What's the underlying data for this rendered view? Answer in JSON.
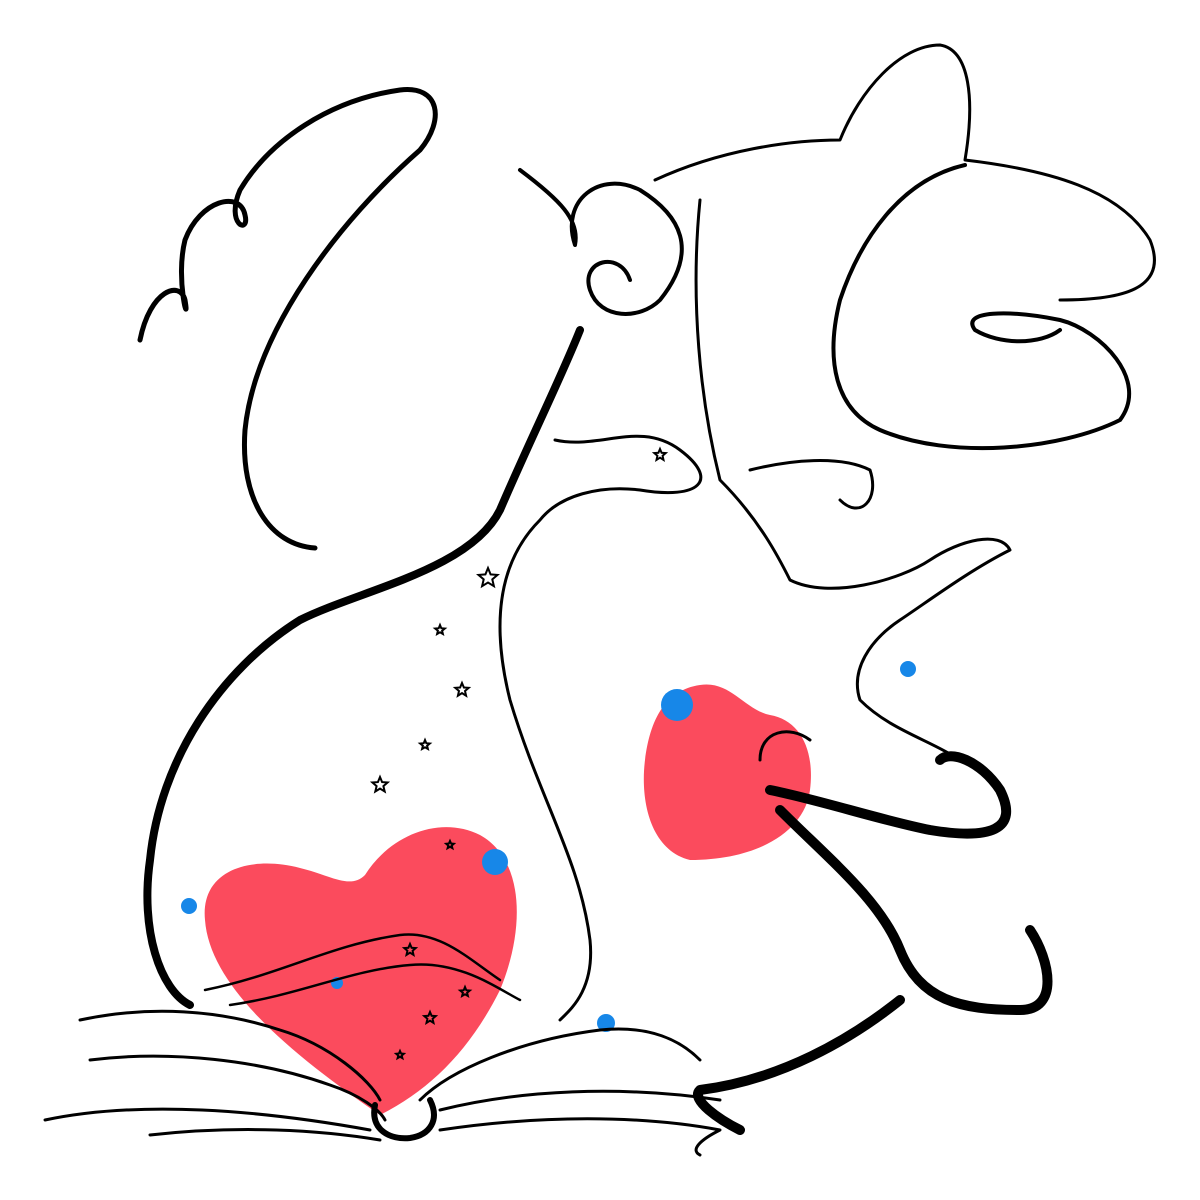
{
  "illustration": {
    "style": "hand-drawn line art",
    "colors": {
      "ink": "#000000",
      "heart": "#fb4b5d",
      "dots": "#1787e8",
      "background": "#ffffff"
    },
    "icons": [
      "heart-shape",
      "star-shape",
      "open-book-shape",
      "flower-shape"
    ]
  }
}
